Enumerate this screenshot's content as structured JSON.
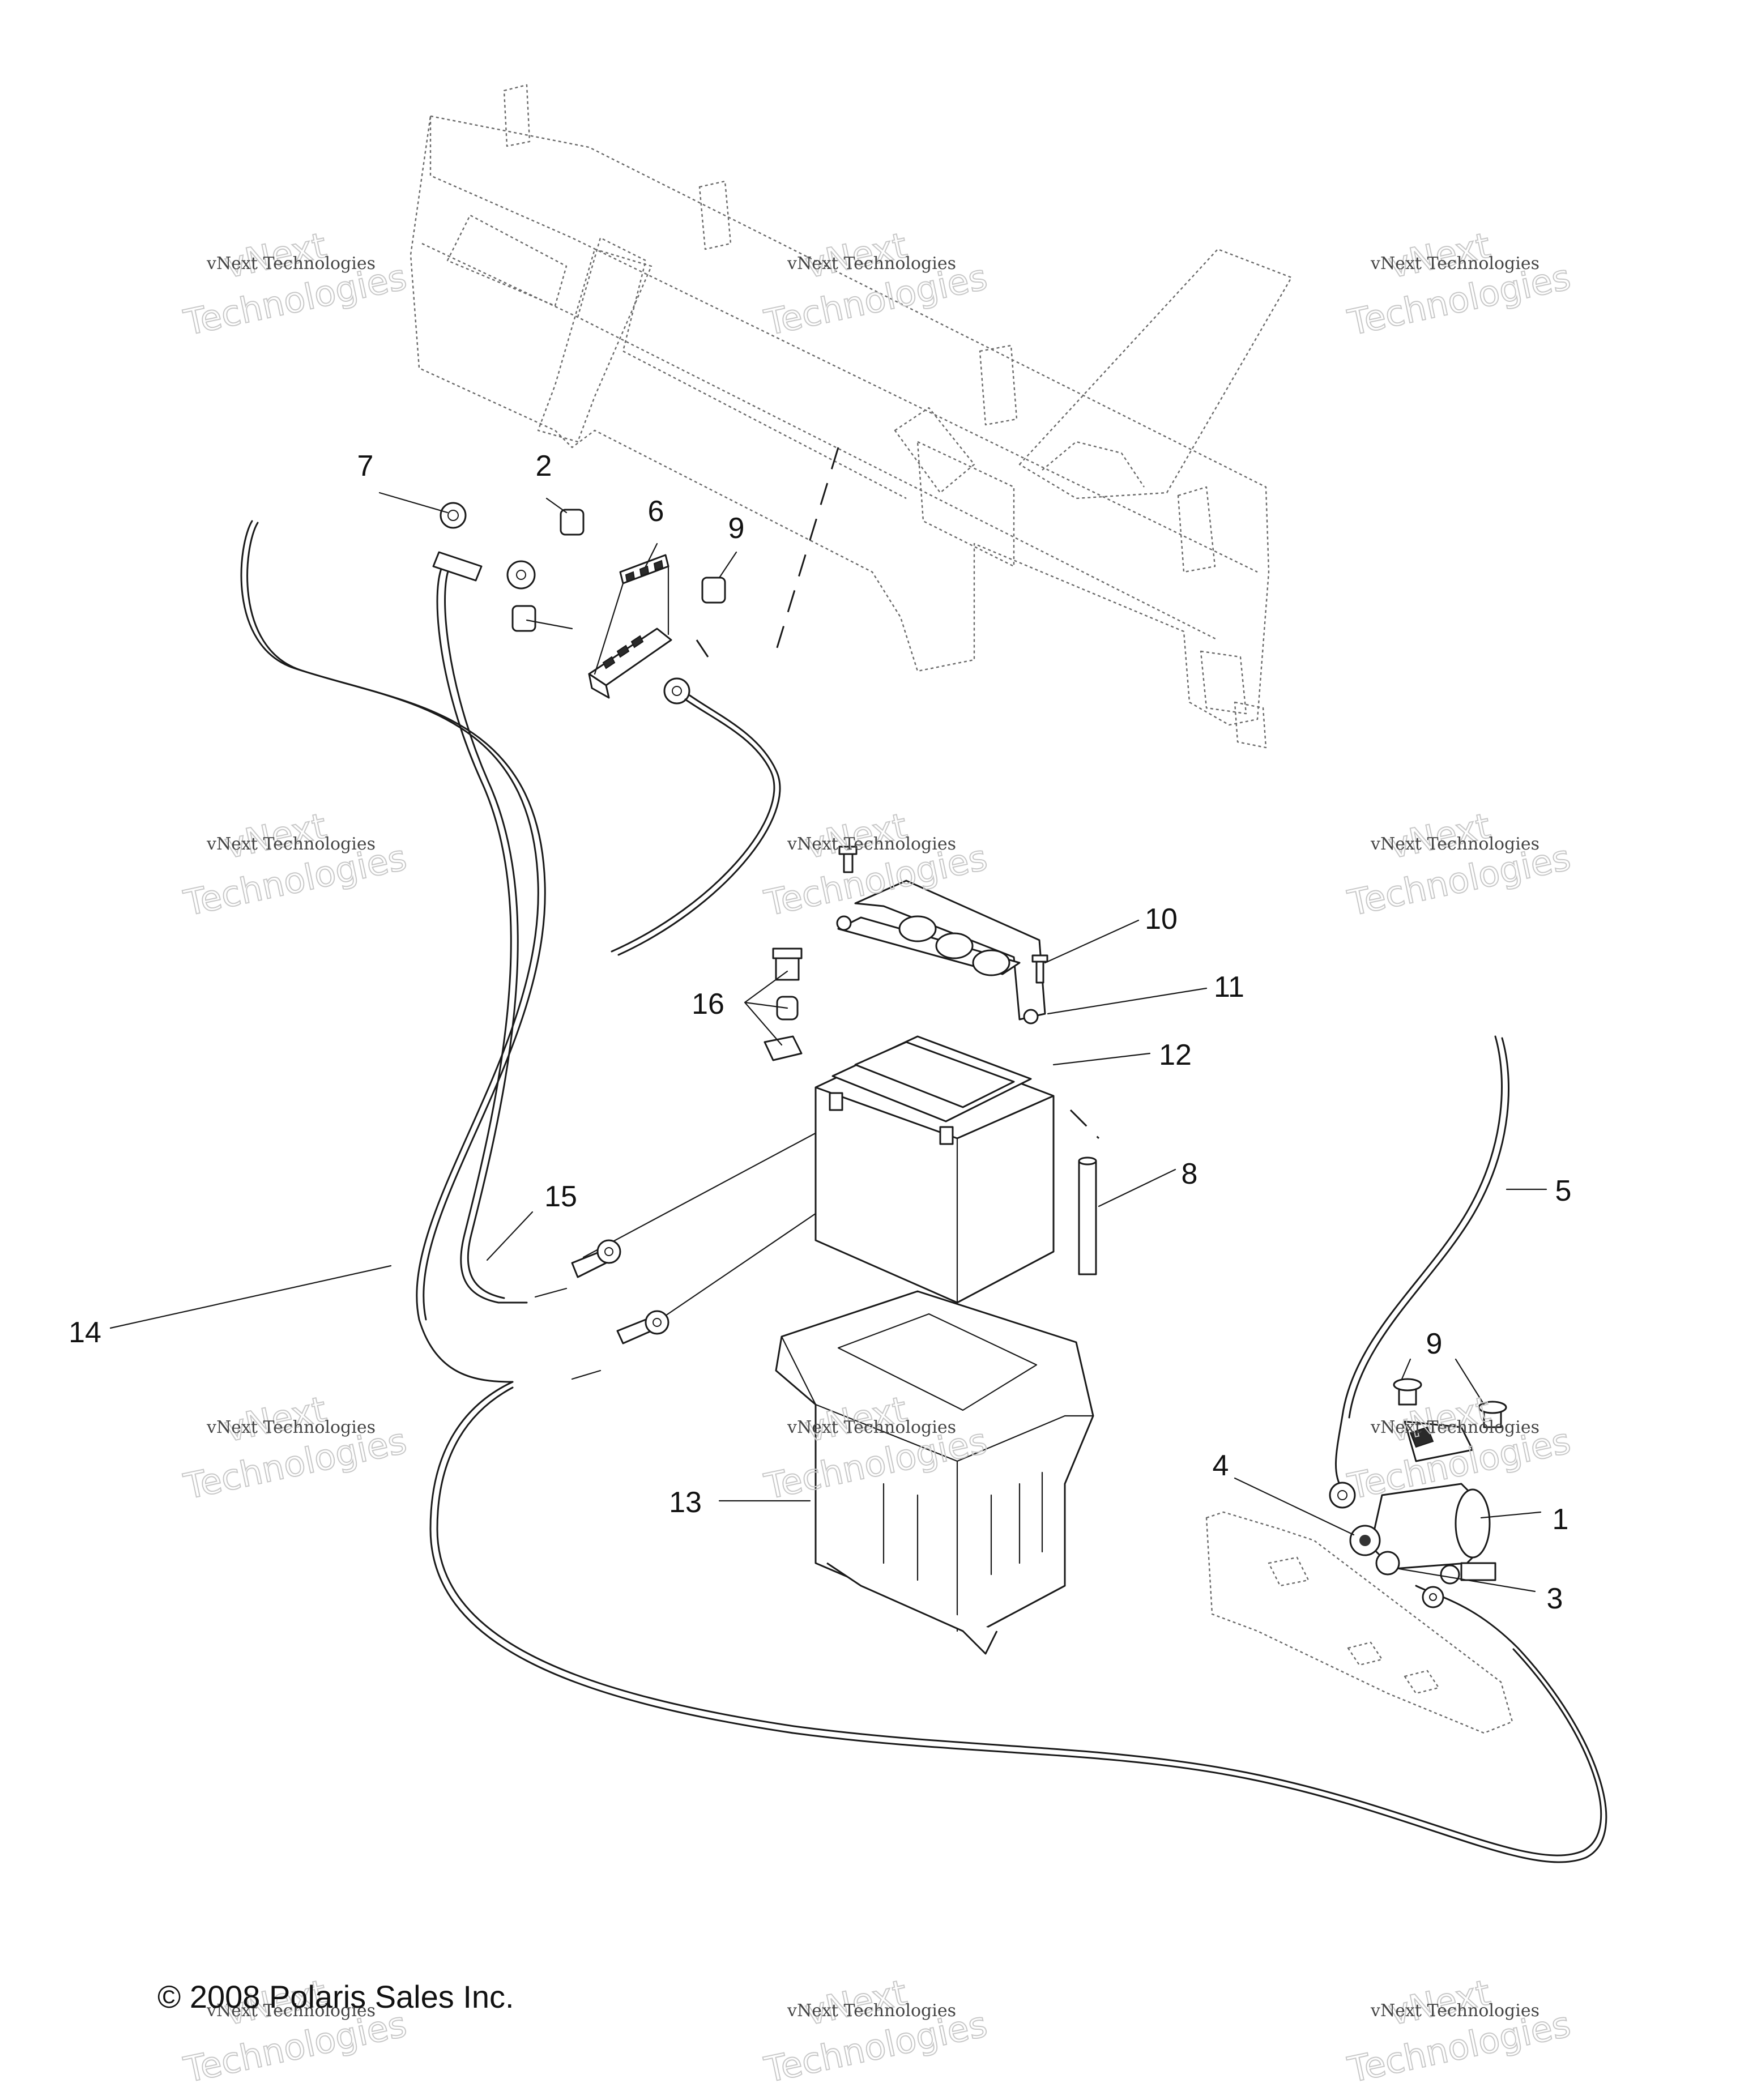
{
  "copyright": "© 2008 Polaris Sales Inc.",
  "watermark": {
    "line1": "vNext Technologies",
    "line2": "vNext",
    "line3": "Technologies"
  },
  "callouts": {
    "c1": "1",
    "c2": "2",
    "c3": "3",
    "c4": "4",
    "c5": "5",
    "c6": "6",
    "c7": "7",
    "c8": "8",
    "c9a": "9",
    "c9b": "9",
    "c10": "10",
    "c11": "11",
    "c12": "12",
    "c13": "13",
    "c14": "14",
    "c15": "15",
    "c16": "16"
  },
  "colors": {
    "line": "#1a1a1a",
    "frame": "#6a6a6a",
    "background": "#ffffff"
  }
}
